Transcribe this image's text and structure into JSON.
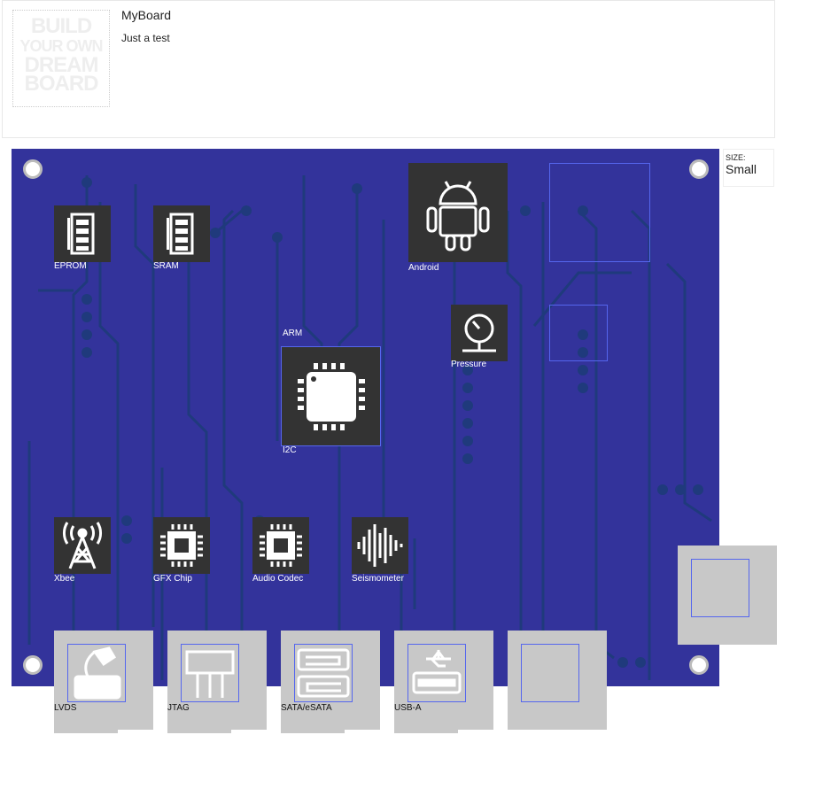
{
  "header": {
    "logo_text": "BUILD YOUR OWN DREAM BOARD",
    "title": "MyBoard",
    "subtitle": "Just a test"
  },
  "size": {
    "label": "SIZE:",
    "value": "Small"
  },
  "board": {
    "color": "#33339b",
    "trace_color": "#1e3a7a"
  },
  "components": [
    {
      "name": "EPROM",
      "icon": "memory-icon"
    },
    {
      "name": "SRAM",
      "icon": "memory-icon"
    },
    {
      "name": "Android",
      "icon": "android-icon"
    },
    {
      "name": "Pressure",
      "icon": "gauge-icon"
    },
    {
      "name": "ARM",
      "icon": "cpu-icon",
      "sub_label": "I2C"
    },
    {
      "name": "Xbee",
      "icon": "antenna-tower-icon"
    },
    {
      "name": "GFX Chip",
      "icon": "chip-icon"
    },
    {
      "name": "Audio Codec",
      "icon": "chip-icon"
    },
    {
      "name": "Seismometer",
      "icon": "waveform-icon"
    }
  ],
  "connectors": [
    {
      "name": "LVDS",
      "icon": "lvds-cable-icon"
    },
    {
      "name": "JTAG",
      "icon": "jtag-header-icon"
    },
    {
      "name": "SATA/eSATA",
      "icon": "sata-icon"
    },
    {
      "name": "USB-A",
      "icon": "usb-icon"
    }
  ]
}
